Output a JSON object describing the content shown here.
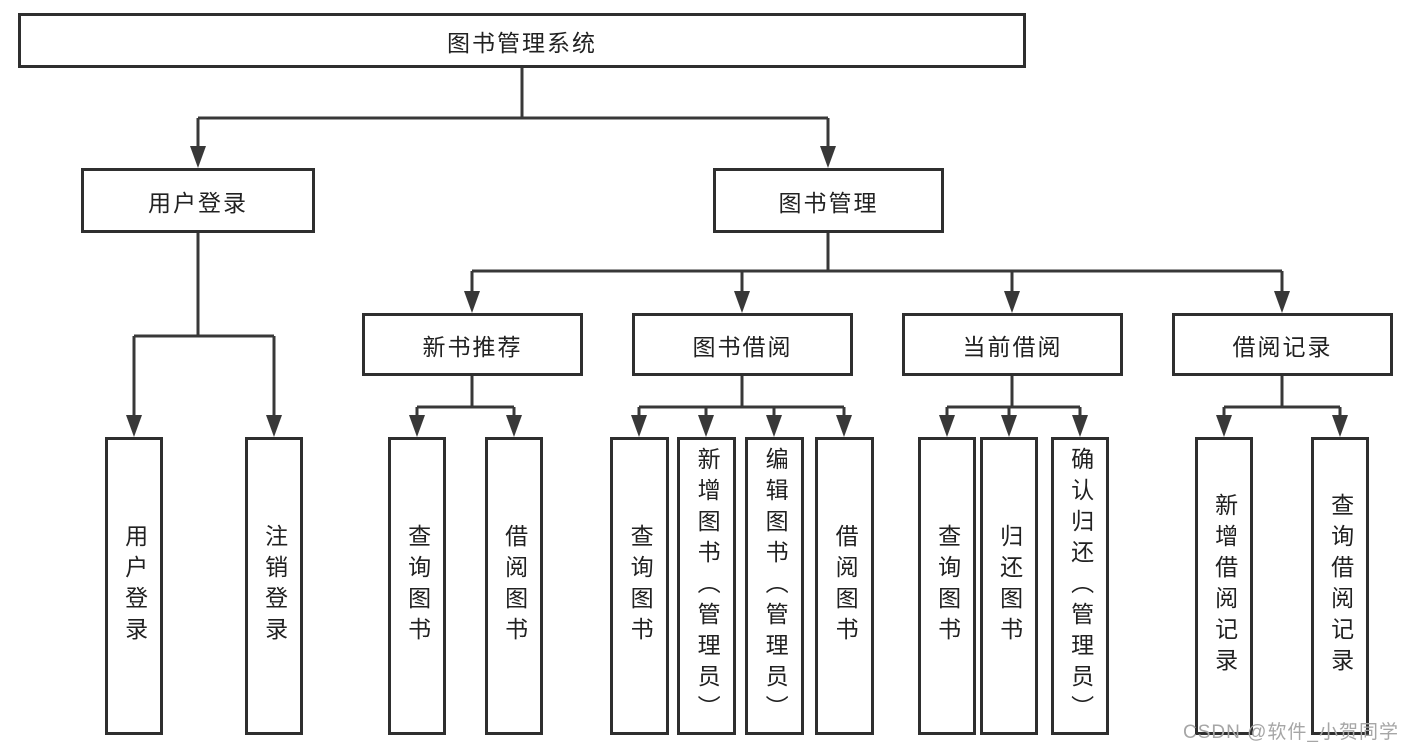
{
  "tree": {
    "label": "图书管理系统",
    "children": [
      {
        "label": "用户登录",
        "children": [
          {
            "label": "用户登录"
          },
          {
            "label": "注销登录"
          }
        ]
      },
      {
        "label": "图书管理",
        "children": [
          {
            "label": "新书推荐",
            "children": [
              {
                "label": "查询图书"
              },
              {
                "label": "借阅图书"
              }
            ]
          },
          {
            "label": "图书借阅",
            "children": [
              {
                "label": "查询图书"
              },
              {
                "label": "新增图书（管理员）"
              },
              {
                "label": "编辑图书（管理员）"
              },
              {
                "label": "借阅图书"
              }
            ]
          },
          {
            "label": "当前借阅",
            "children": [
              {
                "label": "查询图书"
              },
              {
                "label": "归还图书"
              },
              {
                "label": "确认归还（管理员）"
              }
            ]
          },
          {
            "label": "借阅记录",
            "children": [
              {
                "label": "新增借阅记录"
              },
              {
                "label": "查询借阅记录"
              }
            ]
          }
        ]
      }
    ]
  },
  "watermark": {
    "text": "CSDN @软件_小贺同学"
  },
  "colors": {
    "background": "#ffffff",
    "box_border": "#2f2f2f",
    "line": "#383838",
    "text": "#212121",
    "watermark": "#a6a6a6"
  }
}
